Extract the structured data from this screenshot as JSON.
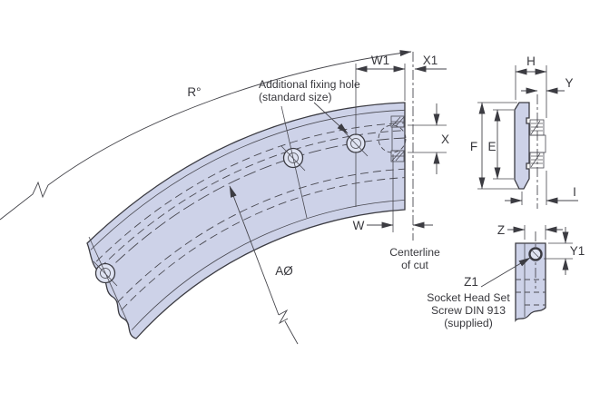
{
  "drawing": {
    "type": "engineering-dimension-drawing",
    "subject": "curved guide rail segment with fixing holes, cross-section and cut-end side view"
  },
  "colors": {
    "background": "#ffffff",
    "rail_fill": "#cdd2e8",
    "hatch_fill": "#b4bad6",
    "screw_fill": "#dfe3f2",
    "line_dark": "#3b3b42",
    "dim_line": "#46464c",
    "text": "#38383d"
  },
  "dimension_labels": {
    "radius": "R°",
    "w1": "W1",
    "x1": "X1",
    "x": "X",
    "w": "W",
    "pitch_diameter": "AØ",
    "h": "H",
    "y": "Y",
    "f": "F",
    "e": "E",
    "i": "I",
    "z": "Z",
    "y1": "Y1",
    "z1": "Z1"
  },
  "annotations": {
    "additional_hole": {
      "line1": "Additional fixing hole",
      "line2": "(standard size)"
    },
    "cut": {
      "line1": "Centerline",
      "line2": "of cut"
    },
    "set_screw": {
      "line1": "Socket Head Set",
      "line2": "Screw DIN 913",
      "line3": "(supplied)"
    }
  }
}
